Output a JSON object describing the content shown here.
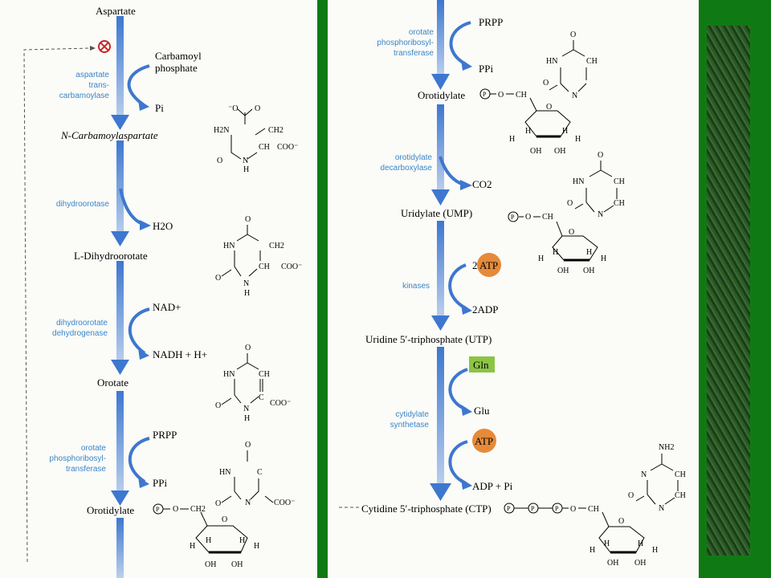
{
  "left": {
    "metabolites": {
      "aspartate": "Aspartate",
      "n_carbamoyl": "N-Carbamoylaspartate",
      "l_dihydroorotate": "L-Dihydroorotate",
      "orotate": "Orotate",
      "orotidylate": "Orotidylate"
    },
    "cosubstrates": {
      "carbamoyl_1": "Carbamoyl",
      "carbamoyl_2": "phosphate",
      "pi": "Pi",
      "h2o": "H2O",
      "nad": "NAD+",
      "nadh": "NADH + H+",
      "prpp": "PRPP",
      "ppi": "PPi"
    },
    "enzymes": {
      "atcase_1": "aspartate",
      "atcase_2": "trans-",
      "atcase_3": "carbamoylase",
      "dihydroorotase": "dihydroorotase",
      "dhod_1": "dihydroorotate",
      "dhod_2": "dehydrogenase",
      "oprt_1": "orotate",
      "oprt_2": "phosphoribosyl-",
      "oprt_3": "transferase"
    },
    "struct": {
      "o": "O",
      "o_minus": "⁻O",
      "c": "C",
      "h2n": "H2N",
      "ch2": "CH2",
      "ch": "CH",
      "coo": "COO⁻",
      "hn": "HN",
      "n": "N",
      "h": "H",
      "oh": "OH",
      "p": "P"
    }
  },
  "right": {
    "metabolites": {
      "orotidylate": "Orotidylate",
      "uridylate": "Uridylate (UMP)",
      "utp": "Uridine 5′-triphosphate (UTP)",
      "ctp": "Cytidine 5′-triphosphate (CTP)"
    },
    "cosubstrates": {
      "prpp": "PRPP",
      "ppi": "PPi",
      "co2": "CO2",
      "two": "2",
      "atp": "ATP",
      "two_adp": "2ADP",
      "gln": "Gln",
      "glu": "Glu",
      "atp2": "ATP",
      "adp_pi": "ADP + Pi"
    },
    "enzymes": {
      "oprt_1": "orotate",
      "oprt_2": "phosphoribosyl-",
      "oprt_3": "transferase",
      "odc_1": "orotidylate",
      "odc_2": "decarboxylase",
      "kinases": "kinases",
      "ctps_1": "cytidylate",
      "ctps_2": "synthetase"
    },
    "struct": {
      "nh2": "NH2",
      "ch": "CH",
      "hn": "HN",
      "n": "N",
      "o": "O",
      "h": "H",
      "oh": "OH",
      "p": "P"
    }
  },
  "colors": {
    "arrow": "#3d77cf",
    "enzyme_text": "#3a86c8",
    "atp_badge": "#e58a3a",
    "gln_badge": "#8cc444",
    "frame_green": "#0f7a14"
  }
}
